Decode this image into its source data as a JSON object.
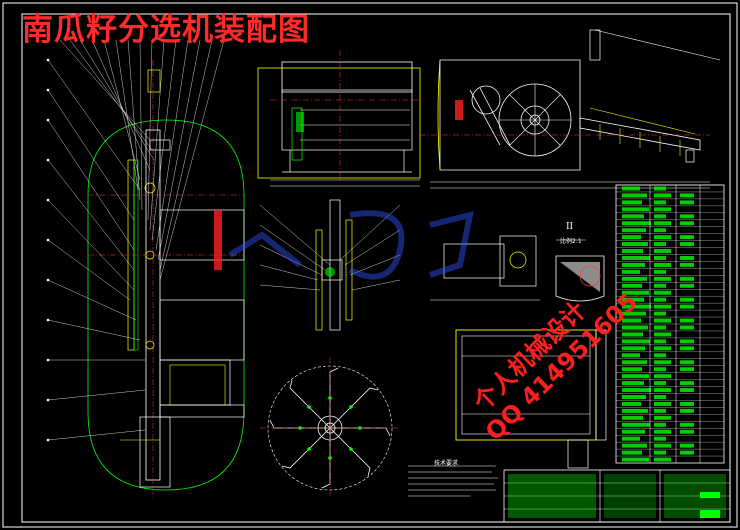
{
  "title": "南瓜籽分选机装配图",
  "watermark": {
    "line1": "个人机械设计",
    "line2": "QQ 414951605"
  },
  "section": {
    "label": "II",
    "scale": "比例2:1"
  },
  "notes_title": "技术要求",
  "colors": {
    "background": "#000000",
    "title": "#ff2a2a",
    "line_white": "#ffffff",
    "line_yellow": "#ffff00",
    "line_green": "#00ff00",
    "line_red": "#ff0000",
    "line_blue": "#3355ff",
    "line_magenta": "#ff33ff"
  }
}
